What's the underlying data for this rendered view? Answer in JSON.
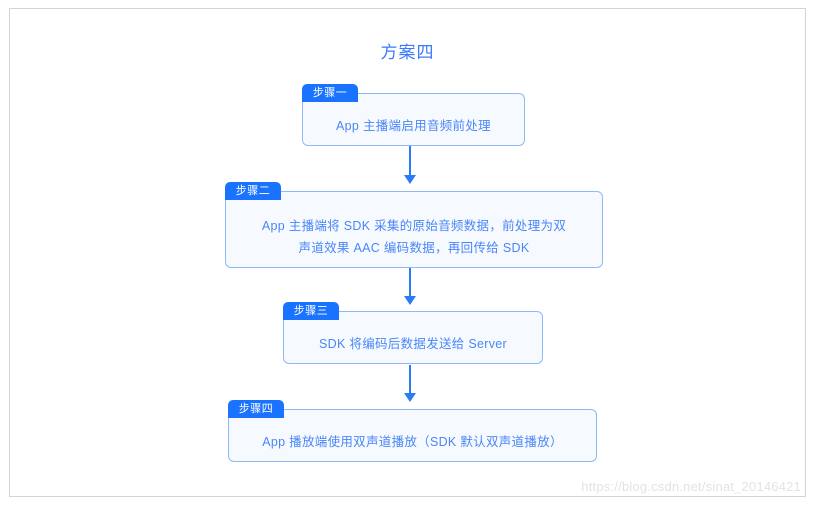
{
  "diagram": {
    "title": "方案四",
    "accent_color": "#1a73ff",
    "box_border_color": "#8fb8f9",
    "box_fill_color": "#f6faff",
    "text_color": "#4a86f7",
    "arrow_color": "#2a7bf6",
    "frame_border_color": "#d4d4d4",
    "steps": [
      {
        "tab": "步骤一",
        "lines": [
          "App 主播端启用音频前处理"
        ]
      },
      {
        "tab": "步骤二",
        "lines": [
          "App 主播端将 SDK 采集的原始音频数据，前处理为双",
          "声道效果 AAC 编码数据，再回传给 SDK"
        ]
      },
      {
        "tab": "步骤三",
        "lines": [
          "SDK 将编码后数据发送给 Server"
        ]
      },
      {
        "tab": "步骤四",
        "lines": [
          "App 播放端使用双声道播放（SDK 默认双声道播放）"
        ]
      }
    ]
  },
  "watermark": {
    "text": "https://blog.csdn.net/sinat_20146421"
  }
}
